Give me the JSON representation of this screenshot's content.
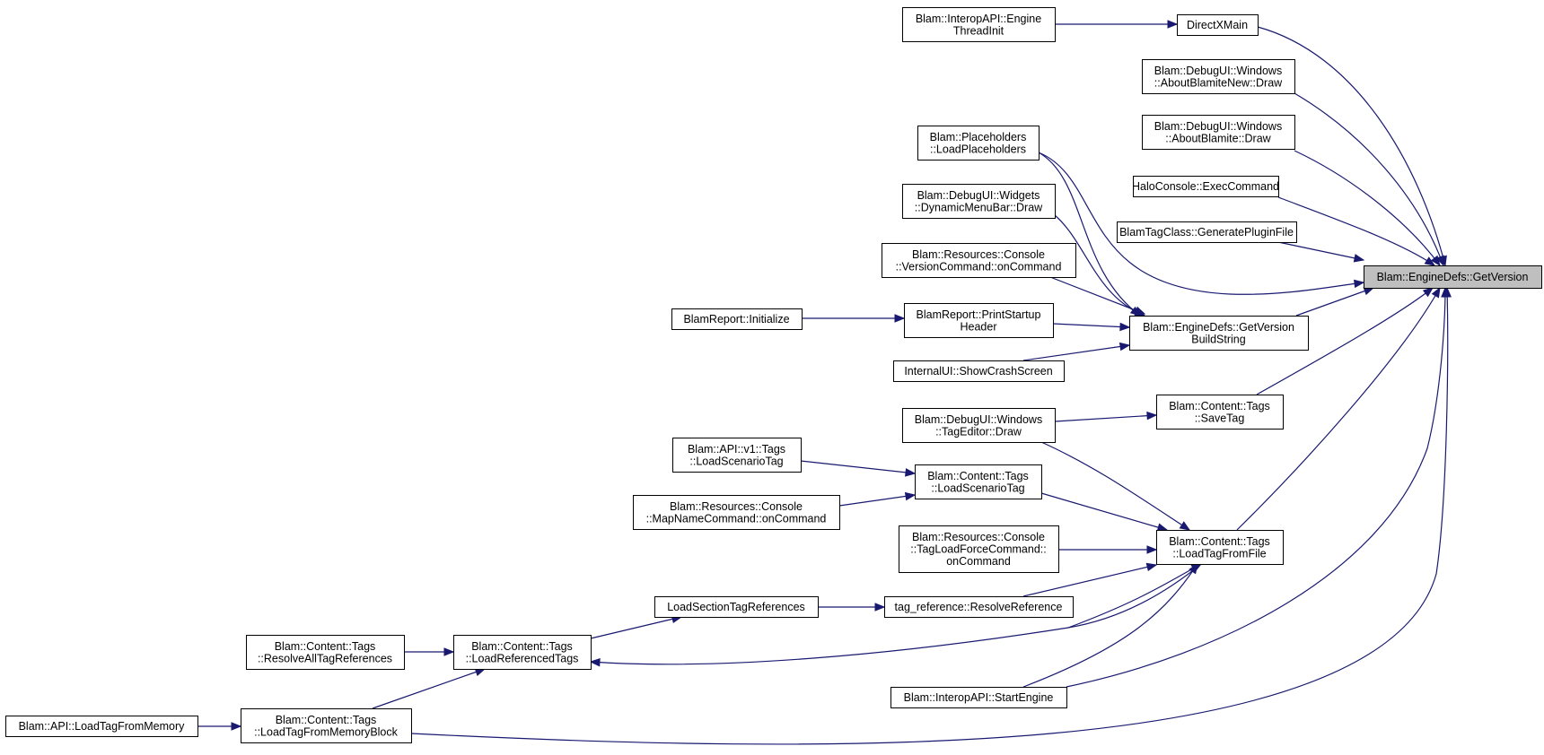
{
  "graph": {
    "root": "GetVersion",
    "nodes": [
      {
        "id": "GetVersion",
        "lines": [
          "Blam::EngineDefs::GetVersion"
        ],
        "root": true
      },
      {
        "id": "DirectXMain",
        "lines": [
          "DirectXMain"
        ]
      },
      {
        "id": "EngineThreadInit",
        "lines": [
          "Blam::InteropAPI::Engine",
          "ThreadInit"
        ]
      },
      {
        "id": "AboutBlamiteNew",
        "lines": [
          "Blam::DebugUI::Windows",
          "::AboutBlamiteNew::Draw"
        ]
      },
      {
        "id": "AboutBlamite",
        "lines": [
          "Blam::DebugUI::Windows",
          "::AboutBlamite::Draw"
        ]
      },
      {
        "id": "ExecCommand",
        "lines": [
          "HaloConsole::ExecCommand"
        ]
      },
      {
        "id": "GeneratePluginFile",
        "lines": [
          "BlamTagClass::GeneratePluginFile"
        ]
      },
      {
        "id": "LoadPlaceholders",
        "lines": [
          "Blam::Placeholders",
          "::LoadPlaceholders"
        ]
      },
      {
        "id": "DynamicMenuBar",
        "lines": [
          "Blam::DebugUI::Widgets",
          "::DynamicMenuBar::Draw"
        ]
      },
      {
        "id": "VersionCommand",
        "lines": [
          "Blam::Resources::Console",
          "::VersionCommand::onCommand"
        ]
      },
      {
        "id": "PrintStartupHeader",
        "lines": [
          "BlamReport::PrintStartup",
          "Header"
        ]
      },
      {
        "id": "ReportInitialize",
        "lines": [
          "BlamReport::Initialize"
        ]
      },
      {
        "id": "GetVersionBuildString",
        "lines": [
          "Blam::EngineDefs::GetVersion",
          "BuildString"
        ]
      },
      {
        "id": "ShowCrashScreen",
        "lines": [
          "InternalUI::ShowCrashScreen"
        ]
      },
      {
        "id": "TagEditorDraw",
        "lines": [
          "Blam::DebugUI::Windows",
          "::TagEditor::Draw"
        ]
      },
      {
        "id": "SaveTag",
        "lines": [
          "Blam::Content::Tags",
          "::SaveTag"
        ]
      },
      {
        "id": "ApiLoadScenarioTag",
        "lines": [
          "Blam::API::v1::Tags",
          "::LoadScenarioTag"
        ]
      },
      {
        "id": "LoadScenarioTag",
        "lines": [
          "Blam::Content::Tags",
          "::LoadScenarioTag"
        ]
      },
      {
        "id": "MapNameCommand",
        "lines": [
          "Blam::Resources::Console",
          "::MapNameCommand::onCommand"
        ]
      },
      {
        "id": "TagLoadForceCommand",
        "lines": [
          "Blam::Resources::Console",
          "::TagLoadForceCommand::",
          "onCommand"
        ]
      },
      {
        "id": "LoadTagFromFile",
        "lines": [
          "Blam::Content::Tags",
          "::LoadTagFromFile"
        ]
      },
      {
        "id": "LoadSectionTagReferences",
        "lines": [
          "LoadSectionTagReferences"
        ]
      },
      {
        "id": "ResolveReference",
        "lines": [
          "tag_reference::ResolveReference"
        ]
      },
      {
        "id": "ResolveAllTagReferences",
        "lines": [
          "Blam::Content::Tags",
          "::ResolveAllTagReferences"
        ]
      },
      {
        "id": "LoadReferencedTags",
        "lines": [
          "Blam::Content::Tags",
          "::LoadReferencedTags"
        ]
      },
      {
        "id": "StartEngine",
        "lines": [
          "Blam::InteropAPI::StartEngine"
        ]
      },
      {
        "id": "ApiLoadTagFromMemory",
        "lines": [
          "Blam::API::LoadTagFromMemory"
        ]
      },
      {
        "id": "LoadTagFromMemoryBlock",
        "lines": [
          "Blam::Content::Tags",
          "::LoadTagFromMemoryBlock"
        ]
      }
    ]
  },
  "colors": {
    "edge": "#191970",
    "node_border": "#000000",
    "node_fill": "#ffffff",
    "root_fill": "#bfbfbf"
  }
}
